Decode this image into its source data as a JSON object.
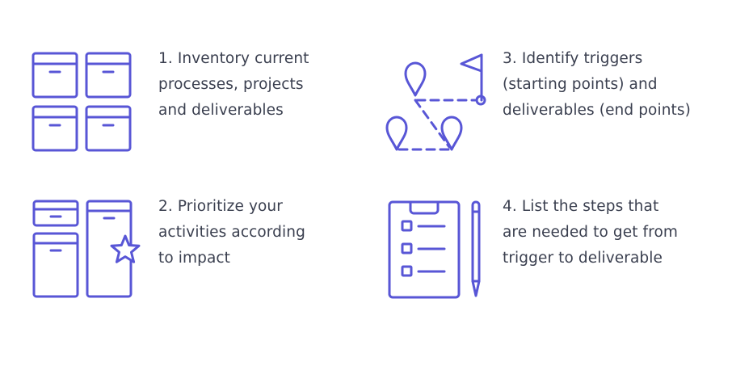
{
  "steps": [
    {
      "icon": "storage-boxes-icon",
      "lines": [
        "1. Inventory current",
        "processes, projects",
        "and deliverables"
      ]
    },
    {
      "icon": "boxes-star-icon",
      "lines": [
        "2. Prioritize your",
        "activities according",
        "to impact"
      ]
    },
    {
      "icon": "route-pins-flag-icon",
      "lines": [
        "3. Identify triggers",
        "(starting points) and",
        "deliverables (end points)"
      ]
    },
    {
      "icon": "clipboard-checklist-pencil-icon",
      "lines": [
        "4. List the steps that",
        "are needed to get from",
        "trigger to deliverable"
      ]
    }
  ],
  "colors": {
    "accent": "#5856d6",
    "text": "#3a3f4f",
    "background": "#ffffff"
  }
}
